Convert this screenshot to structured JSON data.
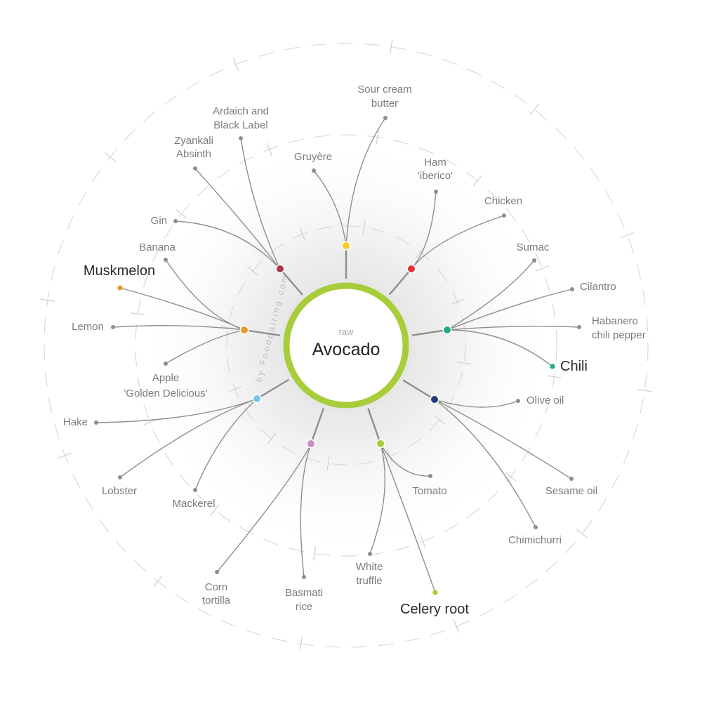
{
  "center": {
    "qualifier": "raw",
    "name": "Avocado",
    "ring_color": "#a8cd3a"
  },
  "watermark": "by Foodpairing.com",
  "groups": [
    {
      "id": "herbs",
      "color": "#22a989",
      "items": [
        {
          "lines": [
            "Sumac"
          ],
          "highlight": false
        },
        {
          "lines": [
            "Cilantro"
          ],
          "highlight": false
        },
        {
          "lines": [
            "Habanero",
            "chili pepper"
          ],
          "highlight": false
        },
        {
          "lines": [
            "Chili"
          ],
          "highlight": true
        }
      ]
    },
    {
      "id": "oils",
      "color": "#1e3f74",
      "items": [
        {
          "lines": [
            "Olive oil"
          ],
          "highlight": false
        },
        {
          "lines": [
            "Sesame oil"
          ],
          "highlight": false
        },
        {
          "lines": [
            "Chimichurri"
          ],
          "highlight": false
        }
      ]
    },
    {
      "id": "veg",
      "color": "#a8c93a",
      "items": [
        {
          "lines": [
            "Tomato"
          ],
          "highlight": false
        },
        {
          "lines": [
            "Celery root"
          ],
          "highlight": true
        },
        {
          "lines": [
            "White",
            "truffle"
          ],
          "highlight": false
        }
      ]
    },
    {
      "id": "grains",
      "color": "#c98ec4",
      "items": [
        {
          "lines": [
            "Basmati",
            "rice"
          ],
          "highlight": false
        },
        {
          "lines": [
            "Corn",
            "tortilla"
          ],
          "highlight": false
        }
      ]
    },
    {
      "id": "fish",
      "color": "#79c6e6",
      "items": [
        {
          "lines": [
            "Mackerel"
          ],
          "highlight": false
        },
        {
          "lines": [
            "Lobster"
          ],
          "highlight": false
        },
        {
          "lines": [
            "Hake"
          ],
          "highlight": false
        }
      ]
    },
    {
      "id": "fruit",
      "color": "#f0962e",
      "items": [
        {
          "lines": [
            "Apple",
            "'Golden Delicious'"
          ],
          "highlight": false
        },
        {
          "lines": [
            "Lemon"
          ],
          "highlight": false
        },
        {
          "lines": [
            "Muskmelon"
          ],
          "highlight": true
        },
        {
          "lines": [
            "Banana"
          ],
          "highlight": false
        }
      ]
    },
    {
      "id": "spirits",
      "color": "#a8394e",
      "items": [
        {
          "lines": [
            "Gin"
          ],
          "highlight": false
        },
        {
          "lines": [
            "Zyankali",
            "Absinth"
          ],
          "highlight": false
        },
        {
          "lines": [
            "Ardaich and",
            "Black Label"
          ],
          "highlight": false
        }
      ]
    },
    {
      "id": "dairy",
      "color": "#f3cc25",
      "items": [
        {
          "lines": [
            "Gruyère"
          ],
          "highlight": false
        },
        {
          "lines": [
            "Sour cream",
            "butter"
          ],
          "highlight": false
        }
      ]
    },
    {
      "id": "meat",
      "color": "#e8323a",
      "items": [
        {
          "lines": [
            "Ham",
            "'iberico'"
          ],
          "highlight": false
        },
        {
          "lines": [
            "Chicken"
          ],
          "highlight": false
        }
      ]
    }
  ]
}
